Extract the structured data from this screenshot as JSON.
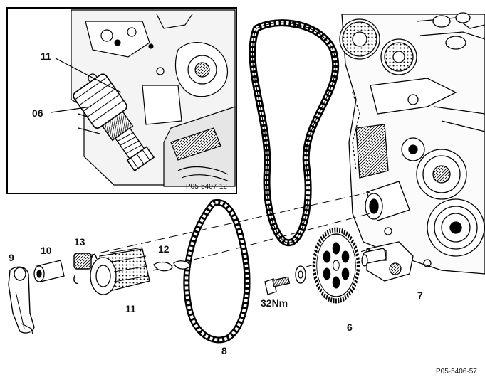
{
  "figure_code": "P05-5406-57",
  "inset": {
    "code": "P05-5407-12",
    "labels": {
      "part_11": "11",
      "part_06": "06"
    }
  },
  "labels": {
    "part_14": "14",
    "part_9": "9",
    "part_10": "10",
    "part_13": "13",
    "part_12": "12",
    "part_11": "11",
    "torque": "32Nm",
    "part_6": "6",
    "part_7": "7",
    "part_8": "8"
  }
}
